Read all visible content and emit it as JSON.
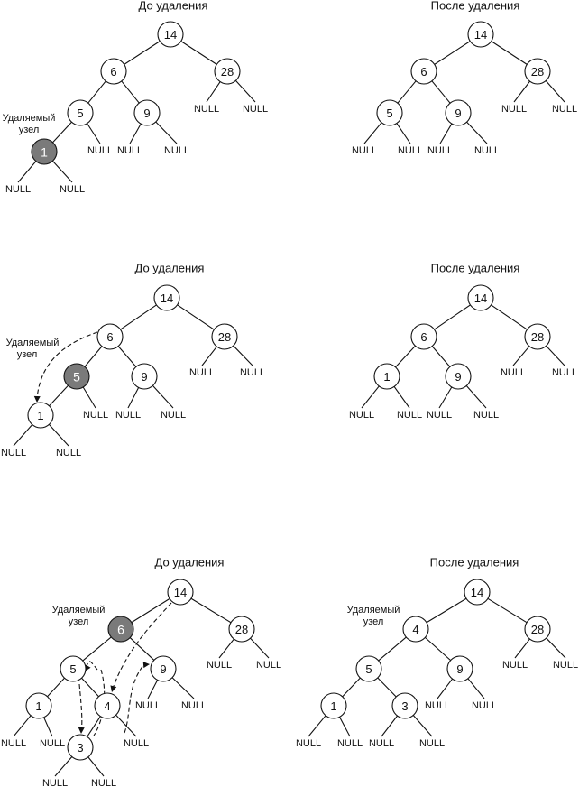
{
  "panels": [
    {
      "before_title": "До удаления",
      "after_title": "После удаления",
      "before": {
        "nodes": [
          "14",
          "6",
          "28",
          "5",
          "9",
          "1"
        ],
        "deleted_node": "1",
        "deleted_label_line1": "Удаляемый",
        "deleted_label_line2": "узел",
        "null_label": "NULL"
      },
      "after": {
        "nodes": [
          "14",
          "6",
          "28",
          "5",
          "9"
        ],
        "null_label": "NULL"
      }
    },
    {
      "before_title": "До удаления",
      "after_title": "После удаления",
      "before": {
        "nodes": [
          "14",
          "6",
          "28",
          "5",
          "9",
          "1"
        ],
        "deleted_node": "5",
        "deleted_label_line1": "Удаляемый",
        "deleted_label_line2": "узел",
        "null_label": "NULL"
      },
      "after": {
        "nodes": [
          "14",
          "6",
          "28",
          "1",
          "9"
        ],
        "null_label": "NULL"
      }
    },
    {
      "before_title": "До удаления",
      "after_title": "После удаления",
      "before": {
        "nodes": [
          "14",
          "6",
          "28",
          "5",
          "9",
          "1",
          "4",
          "3"
        ],
        "deleted_node": "6",
        "deleted_label_line1": "Удаляемый",
        "deleted_label_line2": "узел",
        "null_label": "NULL"
      },
      "after": {
        "nodes": [
          "14",
          "4",
          "28",
          "5",
          "9",
          "1",
          "3"
        ],
        "label_line1": "Удаляемый",
        "label_line2": "узел",
        "null_label": "NULL"
      }
    }
  ]
}
